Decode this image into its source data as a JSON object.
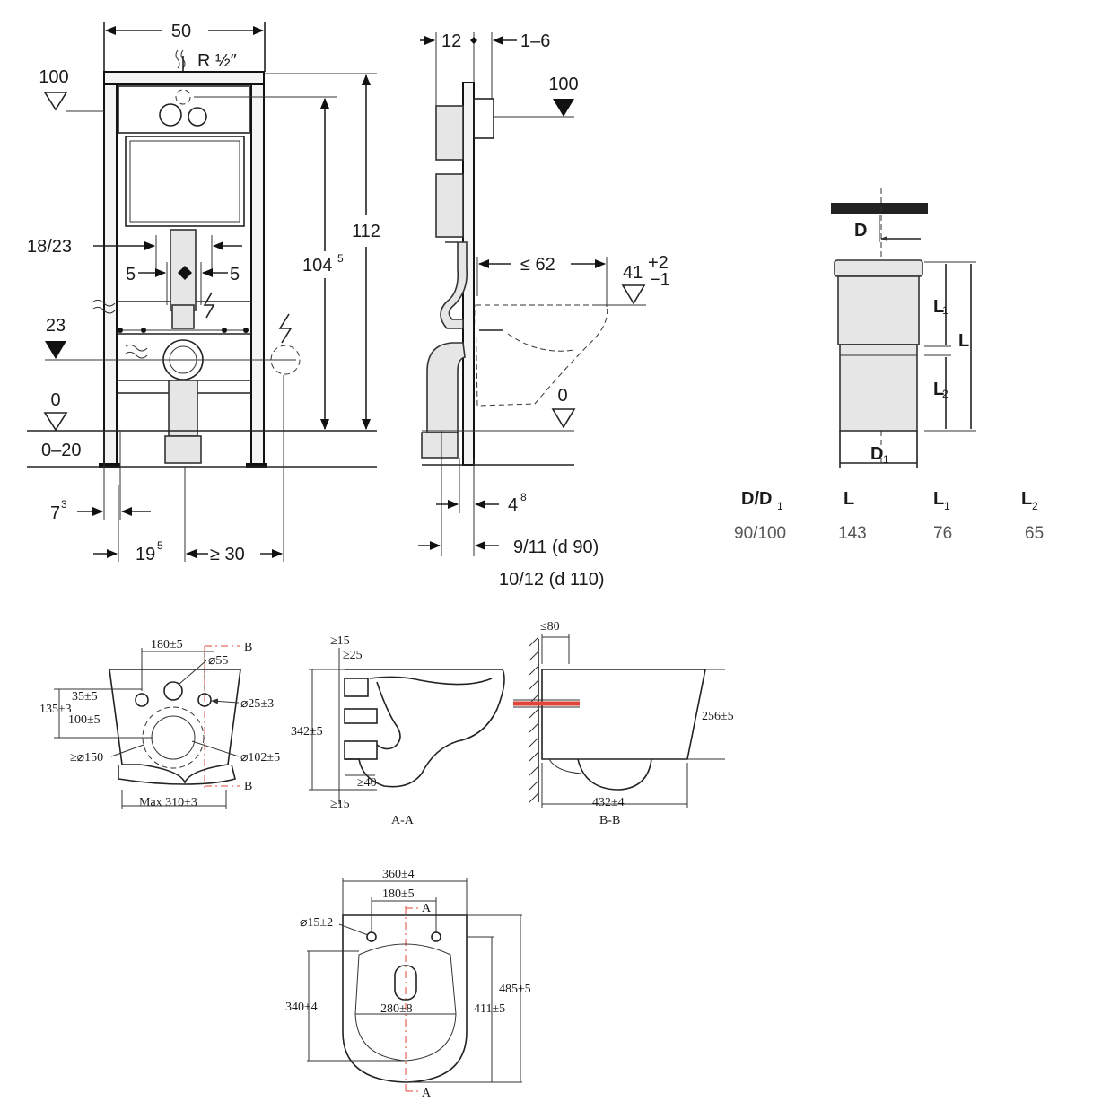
{
  "front_view": {
    "width": "50",
    "supply": "R ½″",
    "level_100": "100",
    "height_total": "112",
    "height_1045_base": "104",
    "height_1045_sup": "5",
    "spacing_18_23": "18/23",
    "offset_left": "5",
    "offset_right": "5",
    "level_23": "23",
    "level_0": "0",
    "floor_range": "0–20",
    "foot_73_base": "7",
    "foot_73_sup": "3",
    "dist_195_base": "19",
    "dist_195_sup": "5",
    "dist_min_30": "≥ 30"
  },
  "side_view": {
    "wall_12": "12",
    "wall_1_6": "1–6",
    "level_100": "100",
    "max_62": "≤ 62",
    "height_41": "41",
    "tol_plus": "+2",
    "tol_minus": "−1",
    "level_0": "0",
    "depth_48_base": "4",
    "depth_48_sup": "8",
    "depth_d90": "9/11 (d 90)",
    "depth_d110": "10/12 (d 110)"
  },
  "pipe_connector": {
    "label_d": "D",
    "label_d1_base": "D",
    "label_d1_sub": "1",
    "label_l": "L",
    "label_l1_base": "L",
    "label_l1_sub": "1",
    "label_l2_base": "L",
    "label_l2_sub": "2",
    "table_headers": [
      "D/D1",
      "L",
      "L1",
      "L2"
    ],
    "table_header_base": [
      "D/D",
      "L",
      "L",
      "L"
    ],
    "table_header_sub": [
      "1",
      "",
      "1",
      "2"
    ],
    "table_values": [
      "90/100",
      "143",
      "76",
      "65"
    ]
  },
  "bowl_rear_view": {
    "spacing": "180±5",
    "section_b": "B",
    "inlet": "⌀55",
    "bolt_hole": "⌀25±3",
    "outlet": "⌀102±5",
    "min_dia": "≥⌀150",
    "height_135": "135±3",
    "height_35": "35±5",
    "height_100": "100±5",
    "max_width": "Max 310±3"
  },
  "section_aa": {
    "min_15_top": "≥15",
    "min_25": "≥25",
    "height": "342±5",
    "min_40": "≥40",
    "min_15_bottom": "≥15",
    "caption": "A-A"
  },
  "section_bb": {
    "max_80": "≤80",
    "height": "256±5",
    "length": "432±4",
    "caption": "B-B"
  },
  "bowl_top_view": {
    "width": "360±4",
    "spacing": "180±5",
    "section_a": "A",
    "hole": "⌀15±2",
    "depth_340": "340±4",
    "depth_280": "280±8",
    "depth_411": "411±5",
    "depth_485": "485±5"
  },
  "colors": {
    "line": "#222222",
    "section_line": "#e0443a",
    "table_text": "#555555"
  }
}
